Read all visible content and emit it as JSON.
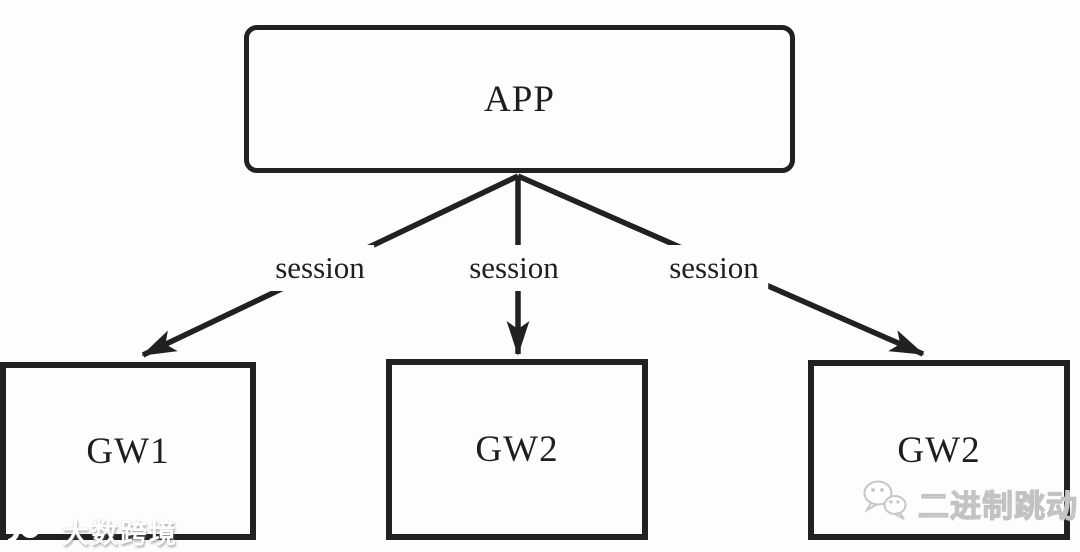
{
  "diagram": {
    "app": {
      "label": "APP"
    },
    "gateways": [
      {
        "label": "GW1"
      },
      {
        "label": "GW2"
      },
      {
        "label": "GW2"
      }
    ],
    "edges": [
      {
        "label": "session"
      },
      {
        "label": "session"
      },
      {
        "label": "session"
      }
    ]
  },
  "colors": {
    "background": "#fdfdfd",
    "line": "#212121",
    "node_border": "#212121",
    "text": "#1e1e1e",
    "watermark_left": "#ffffff",
    "watermark_right": "#c2c2c2"
  },
  "icons": {
    "bottom_left_logo": "100-logo-icon",
    "bottom_right_logo": "wechat-icon"
  },
  "watermarks": {
    "bottom_left": {
      "text": "大数跨境"
    },
    "bottom_right": {
      "text": "二进制跳动"
    }
  }
}
